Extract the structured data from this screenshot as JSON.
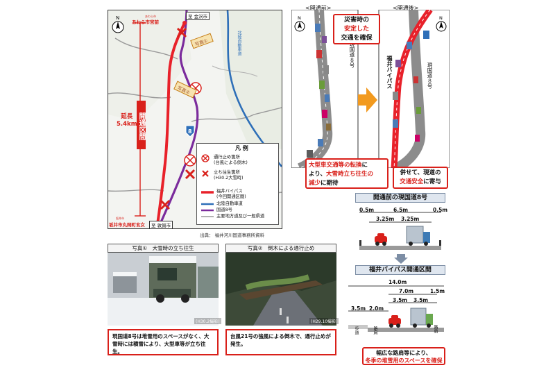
{
  "map": {
    "north": "N",
    "top_label": "至 金沢市",
    "bottom_label": "至 敦賀市",
    "start_label_small": "あわら市",
    "start_label": "あわら市宮前",
    "end_label_small": "坂井市",
    "end_label": "坂井市丸岡町玄女",
    "expressway_label": "北陸自動車道",
    "route_shield": "8",
    "enchou_line1": "延長",
    "enchou_line2": "5.4km",
    "section_label": "開通区間",
    "photo_marker1": "写真①",
    "photo_marker2": "写真②",
    "legend": {
      "title": "凡 例",
      "closure_label": "通行止め箇所",
      "closure_sub": "(台風による倒木)",
      "stuck_label": "立ち往生箇所",
      "stuck_sub": "(H30.2大雪時)",
      "bypass_label": "福井バイパス",
      "bypass_sub": "(今回開通区間)",
      "expressway": "北陸自動車道",
      "route8": "国道8号",
      "local_road": "主要地方道及び一般県道"
    },
    "source": "出典： 福井河川国道事務所資料"
  },
  "diagram": {
    "before_label": "<開通前>",
    "after_label": "<開通後>",
    "north": "N",
    "current_route": "現国道８号",
    "current_route2": "現国道８号",
    "bypass_vertical": "福井バイパス",
    "callout_top_line1": "災害時の",
    "callout_top_red": "安定した",
    "callout_top_line3": "交通を確保",
    "callout_left_red1": "大型車交通等の転換",
    "callout_left_mid1": "に",
    "callout_left_line2a": "より、",
    "callout_left_red2": "大雪時立ち往生の",
    "callout_left_red3": "減少",
    "callout_left_line3b": "に期待",
    "callout_right_line1": "併せて、現道の",
    "callout_right_red": "交通安全",
    "callout_right_line2b": "に寄与"
  },
  "photos": [
    {
      "caption": "写真①　大雪時の立ち往生",
      "stamp": "(H30.2撮影)",
      "note": "現国道8号は堆雪用のスペースがなく、大雪時には積雪により、大型車等が立ち往生。"
    },
    {
      "caption": "写真②　倒木による通行止め",
      "stamp": "(H29.10撮影)",
      "note": "台風21号の強風による倒木で、通行止めが発生。"
    }
  ],
  "sections": {
    "current": {
      "title": "開通前の現国道8号",
      "d1": "0.5m",
      "d2": "6.5m",
      "d3": "0.5m",
      "d4": "3.25m",
      "d5": "3.25m"
    },
    "bypass": {
      "title": "福井バイパス開通区間",
      "total": "14.0m",
      "w_7": "7.0m",
      "w_15": "1.5m",
      "w_35a": "3.5m",
      "w_20": "2.0m",
      "w_35b": "3.5m",
      "w_35c": "3.5m",
      "walk": "歩道",
      "shoulder": "路肩",
      "shoulder2": "路肩",
      "note_line1": "幅広な路肩等により、",
      "note_red": "冬季の堆雪用のスペースを確保"
    }
  },
  "colors": {
    "bypass_red": "#e8212a",
    "route8_purple": "#7b2b9c",
    "expressway_blue": "#2e6fb8",
    "callout_red": "#d9201a"
  }
}
